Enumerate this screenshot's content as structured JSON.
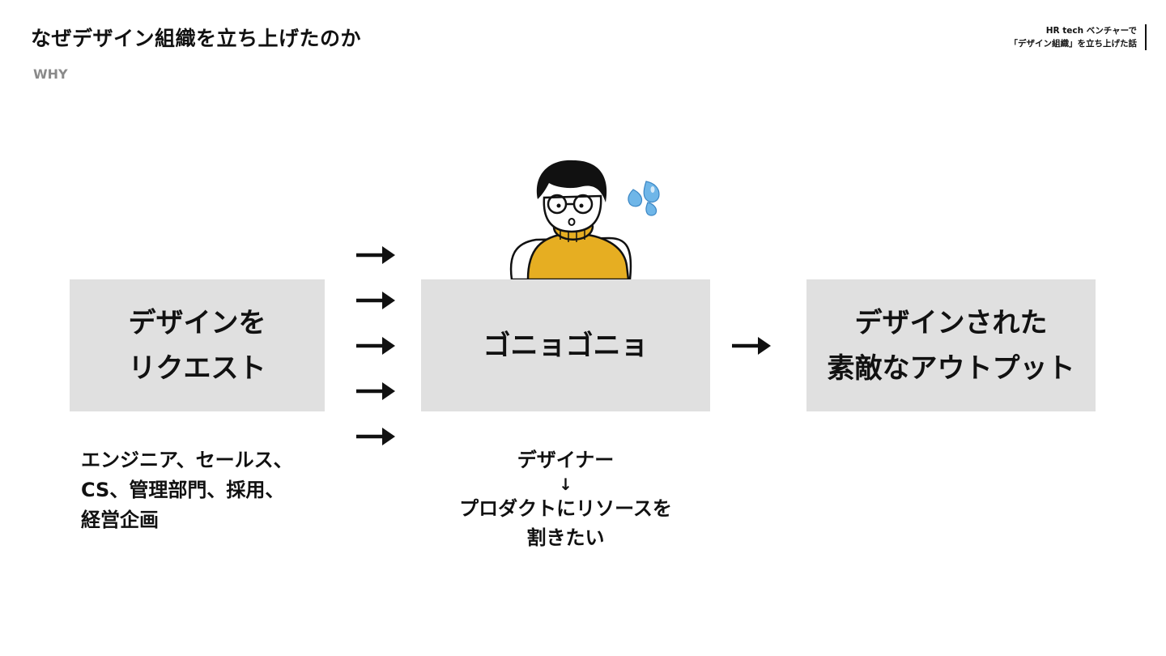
{
  "header": {
    "title": "なぜデザイン組織を立ち上げたのか",
    "subtitle": "WHY",
    "deck_line1": "HR tech ベンチャーで",
    "deck_line2": "「デザイン組織」を立ち上げた話"
  },
  "flow": {
    "request": {
      "line1": "デザインを",
      "line2": "リクエスト"
    },
    "process": {
      "label": "ゴニョゴニョ"
    },
    "output": {
      "line1": "デザインされた",
      "line2": "素敵なアウトプット"
    }
  },
  "captions": {
    "left": {
      "line1": "エンジニア、セールス、",
      "line2": "CS、管理部門、採用、",
      "line3": "経営企画"
    },
    "center": {
      "line1": "デザイナー",
      "arrow": "↓",
      "line2": "プロダクトにリソースを",
      "line3": "割きたい"
    }
  },
  "icons": {
    "arrows_in": "right-arrow-icon",
    "arrow_out": "right-arrow-icon",
    "person": "stressed-designer-illustration",
    "sweat": "sweat-drops-icon"
  },
  "colors": {
    "box_fill": "#e0e0e0",
    "sweater": "#e6ae22",
    "sweat": "#6fb6e8",
    "subtitle": "#8a8a8a"
  }
}
